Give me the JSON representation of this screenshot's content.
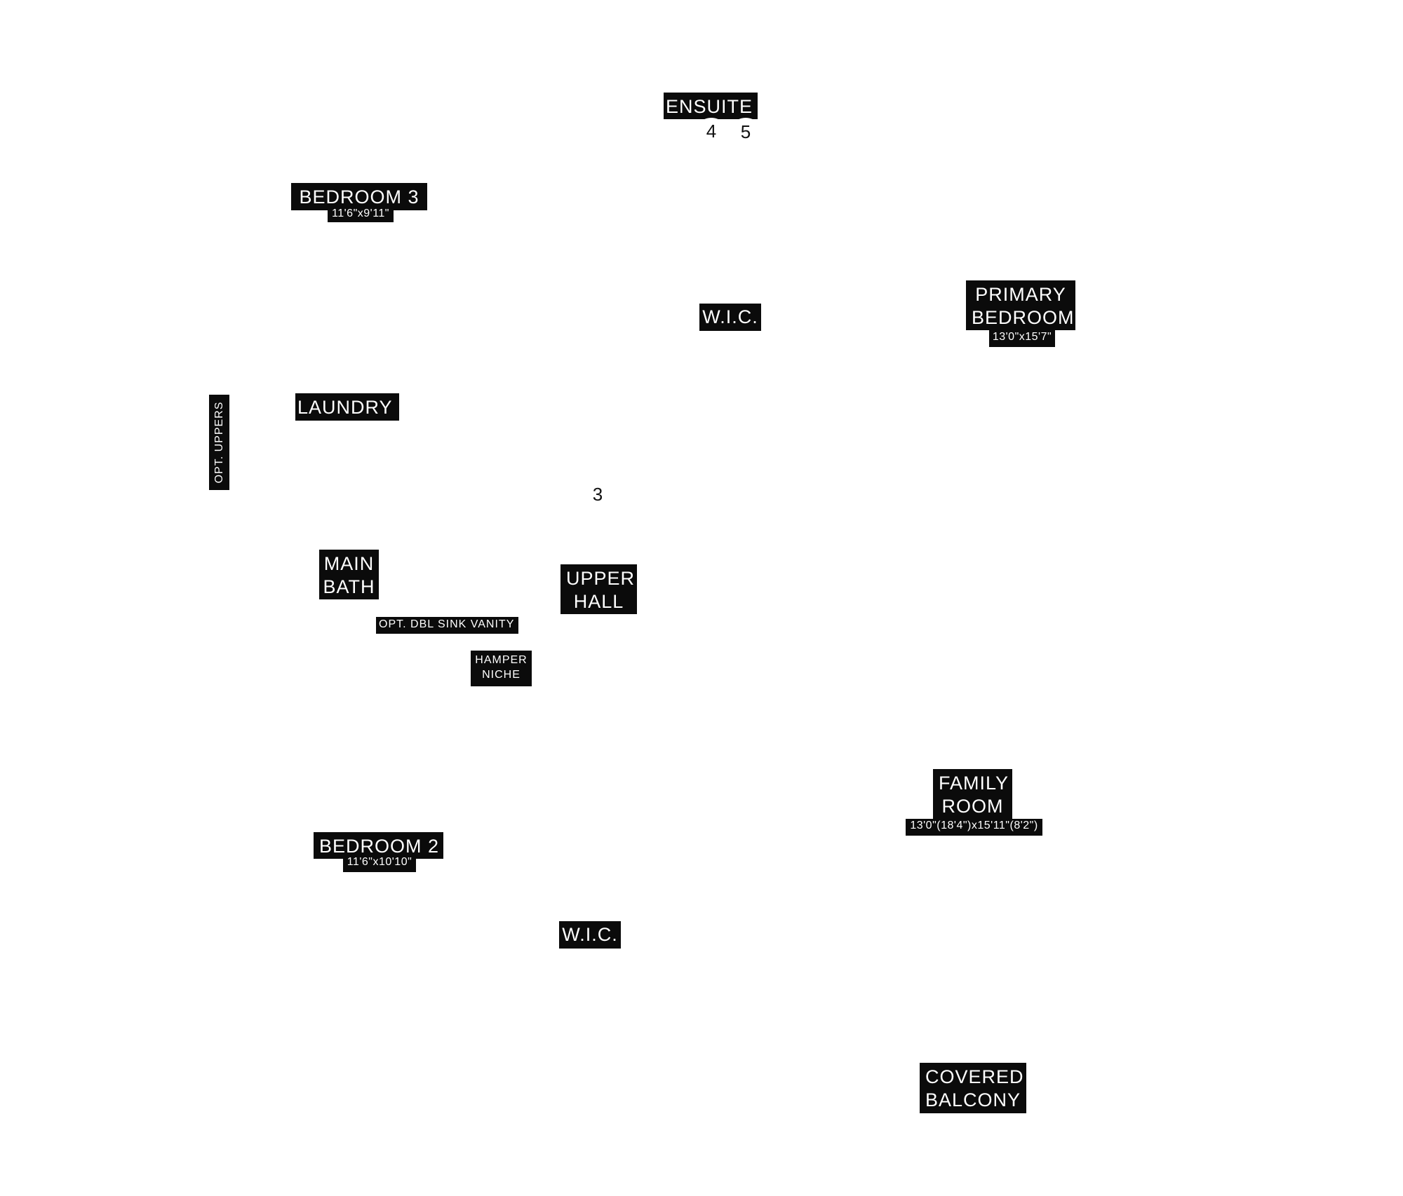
{
  "rooms": {
    "ensuite": {
      "name": "ENSUITE"
    },
    "bedroom3": {
      "name": "BEDROOM 3",
      "dims": "11'6\"x9'11\""
    },
    "wic_upper": {
      "name": "W.I.C."
    },
    "primary_bedroom": {
      "name_line1": "PRIMARY",
      "name_line2": "BEDROOM",
      "dims": "13'0\"x15'7\""
    },
    "laundry": {
      "name": "LAUNDRY"
    },
    "main_bath": {
      "name_line1": "MAIN",
      "name_line2": "BATH"
    },
    "upper_hall": {
      "name_line1": "UPPER",
      "name_line2": "HALL"
    },
    "family_room": {
      "name_line1": "FAMILY",
      "name_line2": "ROOM",
      "dims": "13'0\"(18'4\")x15'11\"(8'2\")"
    },
    "bedroom2": {
      "name": "BEDROOM 2",
      "dims": "11'6\"x10'10\""
    },
    "wic_lower": {
      "name": "W.I.C."
    },
    "covered_balcony": {
      "name_line1": "COVERED",
      "name_line2": "BALCONY"
    }
  },
  "notes": {
    "opt_uppers": "OPT. UPPERS",
    "opt_dbl_sink_vanity": "OPT. DBL SINK VANITY",
    "hamper_niche_line1": "HAMPER",
    "hamper_niche_line2": "NICHE"
  },
  "markers": {
    "m3": "3",
    "m4": "4",
    "m5": "5"
  },
  "colors": {
    "label_bg": "#0b0b0b",
    "label_text": "#ffffff",
    "background": "#ffffff"
  }
}
